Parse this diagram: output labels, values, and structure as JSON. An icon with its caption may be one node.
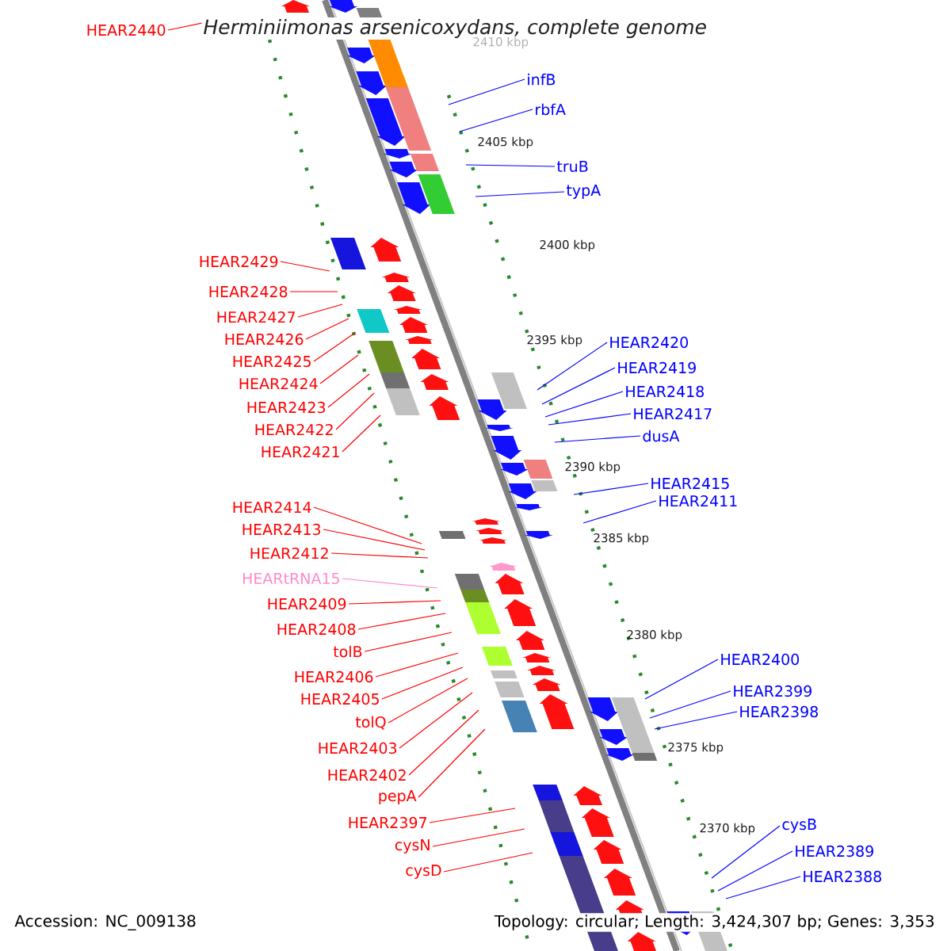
{
  "diagram": {
    "title": "Herminiimonas arsenicoxydans, complete genome",
    "nodes": [
      {
        "text": [
          "HEAR2440"
        ]
      },
      {
        "text": [
          "infB"
        ]
      },
      {
        "text": [
          "rbfA"
        ]
      },
      {
        "text": [
          "truB"
        ]
      },
      {
        "text": [
          "typA"
        ]
      },
      {
        "text": [
          "HEAR2429"
        ]
      },
      {
        "text": [
          "HEAR2428"
        ]
      },
      {
        "text": [
          "HEAR2427"
        ]
      },
      {
        "text": [
          "HEAR2426"
        ]
      },
      {
        "text": [
          "HEAR2425"
        ]
      },
      {
        "text": [
          "HEAR2424"
        ]
      },
      {
        "text": [
          "HEAR2423"
        ]
      },
      {
        "text": [
          "HEAR2422"
        ]
      },
      {
        "text": [
          "HEAR2421"
        ]
      },
      {
        "text": [
          "HEAR2420"
        ]
      },
      {
        "text": [
          "HEAR2419"
        ]
      },
      {
        "text": [
          "HEAR2418"
        ]
      },
      {
        "text": [
          "HEAR2417"
        ]
      },
      {
        "text": [
          "dusA"
        ]
      },
      {
        "text": [
          "HEAR2415"
        ]
      },
      {
        "text": [
          "HEAR2411"
        ]
      },
      {
        "text": [
          "HEAR2414"
        ]
      },
      {
        "text": [
          "HEAR2413"
        ]
      },
      {
        "text": [
          "HEAR2412"
        ]
      },
      {
        "text": [
          "HEARtRNA15"
        ]
      },
      {
        "text": [
          "HEAR2409"
        ]
      },
      {
        "text": [
          "HEAR2408"
        ]
      },
      {
        "text": [
          "tolB"
        ]
      },
      {
        "text": [
          "HEAR2406"
        ]
      },
      {
        "text": [
          "HEAR2405"
        ]
      },
      {
        "text": [
          "tolQ"
        ]
      },
      {
        "text": [
          "HEAR2403"
        ]
      },
      {
        "text": [
          "HEAR2402"
        ]
      },
      {
        "text": [
          "pepA"
        ]
      },
      {
        "text": [
          "HEAR2400"
        ]
      },
      {
        "text": [
          "HEAR2399"
        ]
      },
      {
        "text": [
          "HEAR2398"
        ]
      },
      {
        "text": [
          "HEAR2397"
        ]
      },
      {
        "text": [
          "cysN"
        ]
      },
      {
        "text": [
          "cysD"
        ]
      },
      {
        "text": [
          "cysB"
        ]
      },
      {
        "text": [
          "HEAR2389"
        ]
      },
      {
        "text": [
          "HEAR2388"
        ]
      }
    ],
    "edges": [
      {
        "from": 0,
        "to": null,
        "arrow": "none"
      },
      {
        "from": 1,
        "to": null,
        "arrow": "none",
        "color": "#0000ff"
      },
      {
        "from": 2,
        "to": null,
        "arrow": "none",
        "color": "#0000ff"
      },
      {
        "from": 3,
        "to": null,
        "arrow": "none",
        "color": "#0000ff"
      },
      {
        "from": 4,
        "to": null,
        "arrow": "none",
        "color": "#0000ff"
      },
      {
        "from": 5,
        "to": null,
        "arrow": "none"
      },
      {
        "from": 6,
        "to": null,
        "arrow": "none"
      },
      {
        "from": 7,
        "to": null,
        "arrow": "none"
      },
      {
        "from": 8,
        "to": null,
        "arrow": "none"
      },
      {
        "from": 9,
        "to": null,
        "arrow": "none"
      },
      {
        "from": 10,
        "to": null,
        "arrow": "none"
      },
      {
        "from": 11,
        "to": null,
        "arrow": "none"
      },
      {
        "from": 12,
        "to": null,
        "arrow": "none"
      },
      {
        "from": 13,
        "to": null,
        "arrow": "none"
      },
      {
        "from": 14,
        "to": null,
        "arrow": "none",
        "color": "#0000ff"
      },
      {
        "from": 15,
        "to": null,
        "arrow": "none",
        "color": "#0000ff"
      },
      {
        "from": 16,
        "to": null,
        "arrow": "none",
        "color": "#0000ff"
      },
      {
        "from": 17,
        "to": null,
        "arrow": "none",
        "color": "#0000ff"
      },
      {
        "from": 18,
        "to": null,
        "arrow": "none",
        "color": "#0000ff"
      },
      {
        "from": 19,
        "to": null,
        "arrow": "none",
        "color": "#0000ff"
      },
      {
        "from": 20,
        "to": null,
        "arrow": "none",
        "color": "#0000ff"
      },
      {
        "from": 21,
        "to": null,
        "arrow": "none"
      },
      {
        "from": 22,
        "to": null,
        "arrow": "none"
      },
      {
        "from": 23,
        "to": null,
        "arrow": "none"
      },
      {
        "from": 24,
        "to": null,
        "arrow": "none",
        "color": "#ff88cc"
      },
      {
        "from": 25,
        "to": null,
        "arrow": "none"
      },
      {
        "from": 26,
        "to": null,
        "arrow": "none"
      },
      {
        "from": 27,
        "to": null,
        "arrow": "none"
      },
      {
        "from": 28,
        "to": null,
        "arrow": "none"
      },
      {
        "from": 29,
        "to": null,
        "arrow": "none"
      },
      {
        "from": 30,
        "to": null,
        "arrow": "none"
      },
      {
        "from": 31,
        "to": null,
        "arrow": "none"
      },
      {
        "from": 32,
        "to": null,
        "arrow": "none"
      },
      {
        "from": 33,
        "to": null,
        "arrow": "none"
      },
      {
        "from": 34,
        "to": null,
        "arrow": "none",
        "color": "#0000ff"
      },
      {
        "from": 35,
        "to": null,
        "arrow": "none",
        "color": "#0000ff"
      },
      {
        "from": 36,
        "to": null,
        "arrow": "none",
        "color": "#0000ff"
      },
      {
        "from": 37,
        "to": null,
        "arrow": "none"
      },
      {
        "from": 38,
        "to": null,
        "arrow": "none"
      },
      {
        "from": 39,
        "to": null,
        "arrow": "none"
      },
      {
        "from": 40,
        "to": null,
        "arrow": "none",
        "color": "#0000ff"
      },
      {
        "from": 41,
        "to": null,
        "arrow": "none",
        "color": "#0000ff"
      },
      {
        "from": 42,
        "to": null,
        "arrow": "none",
        "color": "#0000ff"
      }
    ],
    "labels": [
      "2410 kbp",
      "2405 kbp",
      "2400 kbp",
      "2395 kbp",
      "2390 kbp",
      "2385 kbp",
      "2380 kbp",
      "2375 kbp",
      "2370 kbp",
      "Accession: NC_009138",
      "Topology: circular; Length: 3,424,307 bp; Genes: 3,353"
    ]
  }
}
